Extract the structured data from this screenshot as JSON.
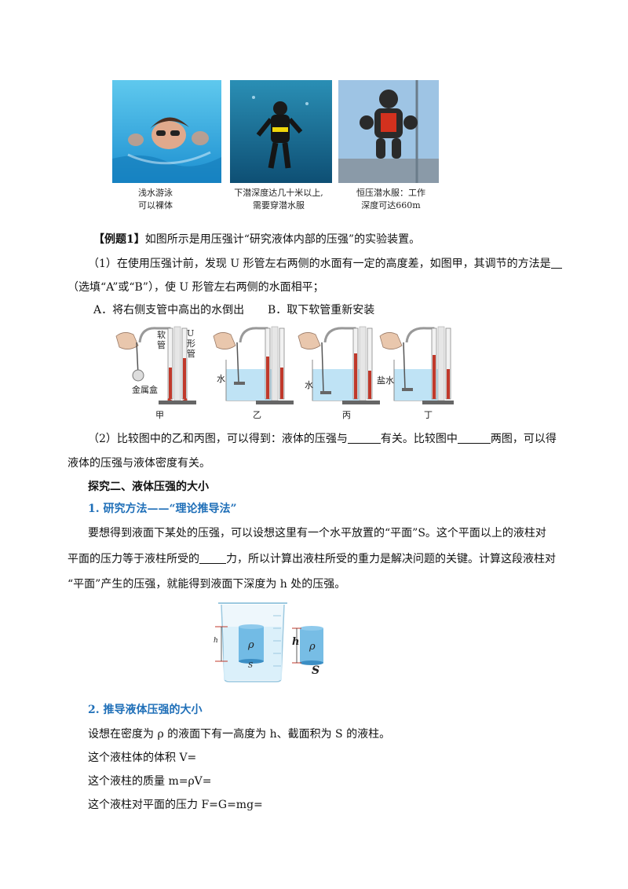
{
  "photos": [
    {
      "caption_line1": "浅水游泳",
      "caption_line2": "可以裸体"
    },
    {
      "caption_line1": "下潜深度达几十米以上,",
      "caption_line2": "需要穿潜水服"
    },
    {
      "caption_line1": "恒压潜水服：工作",
      "caption_line2": "深度可达660m"
    }
  ],
  "example": {
    "tag": "【例题1】",
    "intro": "如图所示是用压强计“研究液体内部的压强”的实验装置。",
    "q1_line1": "（1）在使用压强计前，发现 U 形管左右两侧的水面有一定的高度差，如图甲，其调节的方法是",
    "q1_line2": "（选填“A”或“B”），使 U 形管左右两侧的水面相平；",
    "optA": "A．将右侧支管中高出的水倒出",
    "optB": "B．取下软管重新安装",
    "q2_line1a": "（2）比较图中的乙和丙图，可以得到：液体的压强与",
    "q2_line1b": "有关。比较图中",
    "q2_line1c": "两图，可以得",
    "q2_line2": "液体的压强与液体密度有关。"
  },
  "apparatus": {
    "labels": {
      "hose": "软管",
      "utube": "U形管",
      "box": "金属盒",
      "water1": "水",
      "water2": "水",
      "brine": "盐水"
    },
    "names": [
      "甲",
      "乙",
      "丙",
      "丁"
    ],
    "water_color": "#bfe3f5"
  },
  "section2": {
    "heading": "探究二、液体压强的大小",
    "sub1": "1. 研究方法——“理论推导法”",
    "p1_line1": "要想得到液面下某处的压强，可以设想这里有一个水平放置的“平面”S。这个平面以上的液柱对",
    "p1_line2a": "平面的压力等于液柱所受的",
    "p1_line2b": "力，所以计算出液柱所受的重力是解决问题的关键。计算这段液柱对",
    "p1_line3": "“平面”产生的压强，就能得到液面下深度为 h 处的压强。",
    "beaker": {
      "h_label": "h",
      "rho_label": "ρ",
      "s_label": "S"
    },
    "sub2": "2. 推导液体压强的大小",
    "p2": "设想在密度为 ρ 的液面下有一高度为 h、截面积为 S 的液柱。",
    "f1": "这个液柱体的体积  V=",
    "f2": "这个液柱的质量  m=ρV=",
    "f3": "这个液柱对平面的压力  F=G=mg="
  }
}
